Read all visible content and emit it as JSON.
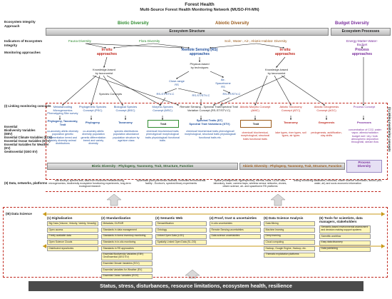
{
  "header": {
    "title1": "Forest Health",
    "title2": "Multi-Source Forest Health Monitoring Network (MUSO-FH-MN)"
  },
  "left_labels": {
    "eco_integrity": "Ecosystem Integrity",
    "approach": "Approach",
    "indicators": "Indicators of Ecosystem",
    "integrity": "Integrity",
    "monitoring": "Monitoring approaches",
    "linking": "(I) Linking monitoring concepts",
    "ebv": "Essential",
    "ebv2": "Biodiversity Variables",
    "ebv3": "(EBV)",
    "ecv": "Essential Climate Variables (ECV)",
    "eov": "Essential Ocean Variables (EOV)",
    "ewv": "Essential Variables for Weather",
    "ewv2": "(EV)",
    "geo": "GeoEssential (GEO EV)",
    "data_networks": "(II) Data, networks, platforms",
    "data_science": "(III) Data Science"
  },
  "diversities": {
    "biotic": "Biotic Diversity",
    "abiotic": "Abiotic Diversity",
    "budget": "Budget Diversity",
    "structure": "Ecosystem Structure",
    "processes": "Ecosystem Processes"
  },
  "indicators": {
    "fauna": "Fauna Diversity",
    "flora": "Flora Diversity",
    "soil": "Soil-, Water-, Air-, Abiotic-Habitat- Diversity",
    "energy": "Energy-Matter-Water-",
    "energy2": "Budget"
  },
  "approaches": {
    "insitu": "In-situ",
    "insitu2": "approaches",
    "rs": "Remote Sensing (RS)",
    "rs2": "approaches",
    "insitu_right": "In-situ",
    "insitu_right2": "approaches",
    "process": "Process",
    "process2": "approaches",
    "kb_left": "Knowledge-based",
    "kb_left2": "by taxonomist",
    "kb_right": "Knowledge-based",
    "kb_right2": "by taxonomist",
    "physical": "Physical-based",
    "physical2": "by techniques",
    "close_range": "Close-range",
    "close_range2": "RS",
    "air": "Air-",
    "air2": "Spaceborne",
    "air3": "RS",
    "stv1": "RS-ST/STV-C",
    "stv2": "RS-ST/STV-C",
    "stv3": "RS-ST/STV-C",
    "species_concepts": "Species Concepts"
  },
  "concepts": [
    {
      "title": "Metabarcoding Microgenomics Phenotyping Site survey"
    },
    {
      "title": "Phylogenetic Species Concept (PSC)"
    },
    {
      "title": "Biological Species Concept (BSC)"
    },
    {
      "title": "Morpho-Species Concept (MSC)"
    },
    {
      "title": "Remote Sensing - Spectral Trait/Spectral Trait Variation Concept (RS-ST/STV-C)"
    },
    {
      "title": "Abiotic Morpho Concept (AMC)"
    },
    {
      "title": "Abiotic Taxonomy Concept (ATC)"
    },
    {
      "title": "Abiotic Geogenesis Concept (AGC)"
    },
    {
      "title": "Process Concept"
    }
  ],
  "linking_row": {
    "phylo_tax": "Phylogeny, Taxonomy, Trait",
    "phylogeny": "Phylogeny",
    "taxonomy": "Taxonomy",
    "trait": "Trait",
    "spectral": "Spectral Traits (ST)",
    "spectral2": "Spectral Trait Variations (STV)",
    "trait2": "Trait",
    "taxonomy2": "Taxonomy",
    "geogenesis": "Geogenesis",
    "processes": "Processes"
  },
  "detail_row": {
    "d1": "co-ancestry allelic diversity population genetic differentiation breed and variety diversity animal distributions",
    "d2": "co-ancestry allelic diversity population genetic differentiation breed and variety diversity",
    "d3": "species distributions population abundance population structure by age/size class",
    "d4": "chemical/ biochemical traits phenotypical/ morphological traits physiological/ functional traits",
    "d5": "chemical/ biochemical traits phenotypical/ morphological, structural traits physiological/ functional traits etc.",
    "d6": "chemical/ biochemical, morphological, structural traits functional traits",
    "d7": "lake types, river types, soil types, air types",
    "d8": "pedogenesis, acidification, clay-shifts",
    "d9": "concentration of CO2, water vapor, albedo/radiation budget wet / dry / bulk atmospheric deposition throughfall, stream flow"
  },
  "bars": {
    "biotic_bar": "Biotic Diversity - Phylogeny, Taxonomy, Trait, Structure, Function",
    "abiotic_bar": "Abiotic Diversity - Phylogeny, Taxonomy, Trait, Structure, Function",
    "process_bar": "Process",
    "process_bar2": "Diversity",
    "linking_side": "(I) Linking monitoring concepts"
  },
  "networks": {
    "n1": "site surveys, species lists, data from museums metabarcoding, microgenomics, biodiversity ecosystem functioning experiments, long-term ecological research",
    "n2": "systematic plant-phenomics facilities, controlled environmental facility - Ecotron's, spectral-library experiments",
    "n3": "optical (multispectral, hyperspectral), thermal, radar, LiDAR data, laboratory, tower, camera traps, wireless sensor networks, drones, citizen science, air- and spaceborne RS platforms",
    "n4": "linking monitoring databases, networks, citizen science information, abiotic (soil, water, air) and socio-economic information"
  },
  "science": [
    {
      "title": "(1) Digitalization",
      "items": [
        "Big Data (Volume, Velocity, Variety, Veracity)",
        "Open access",
        "Freely available data",
        "Open Science Clouds",
        "Distributed repositories"
      ]
    },
    {
      "title": "(2) Standardization",
      "items": [
        "Metadata, GUFAIR",
        "Standards in data management",
        "Standards in forest inventory monitoring",
        "Standards in in-situ monitoring",
        "Standards in RS approaches",
        "Essential Biodiversity Variables (EBV) GeoEssential (GEO EV)",
        "Essential Climate Variables (ECV)",
        "Essential Variables for Weather (EV)",
        "Essential Ocean Variables (EOV)"
      ]
    },
    {
      "title": "(3) Semantic Web",
      "items": [
        "Semantification",
        "Ontology",
        "Linked Open Data (LOD)",
        "Spatially Linked Open Data (SL-OD)"
      ]
    },
    {
      "title": "(4) Proof, trust & uncertainties",
      "items": [
        "In-situ uncertainties",
        "Remote Sensing uncertainties",
        "Data science uncertainties"
      ]
    },
    {
      "title": "(5) Data Science Analysis",
      "items": [
        "Data Mining",
        "Machine learning",
        "Deep learning",
        "Cloud computing",
        "Hadoop, Google Engine, Hadoop, etc.",
        "Thematic exploitation platforms"
      ]
    },
    {
      "title": "(6) Tools for scientists, data managers, stakeholders",
      "items": [
        "Semantic-based environmental assessment and decision making support systems",
        "Scientific workflow",
        "Easy data discovery",
        "Data publishing"
      ]
    }
  ],
  "bottom_bar": "Status, stress, disturbances, resource limitations, ecosystem health, resilience",
  "colors": {
    "green": "#2e8b2e",
    "blue": "#1f4e9c",
    "purple": "#7a2e9c",
    "brown": "#9a5a1a",
    "red": "#c0281e",
    "yellow": "#fff6b8",
    "lavender": "#e6e0f4"
  }
}
